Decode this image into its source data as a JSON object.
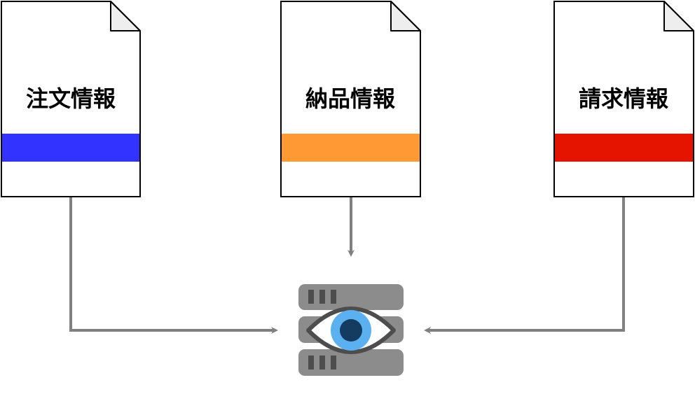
{
  "documents": [
    {
      "label": "注文情報",
      "band_color": "#3333FF"
    },
    {
      "label": "納品情報",
      "band_color": "#FF9933"
    },
    {
      "label": "請求情報",
      "band_color": "#E51400"
    }
  ],
  "colors": {
    "arrow": "#808080",
    "server_body": "#8C8C8C",
    "server_slot": "#4D4D4D",
    "eye_outline": "#4D4D4D",
    "eye_iris": "#5BB0F0",
    "eye_pupil": "#143C60"
  },
  "center_icon": "server-eye-icon"
}
